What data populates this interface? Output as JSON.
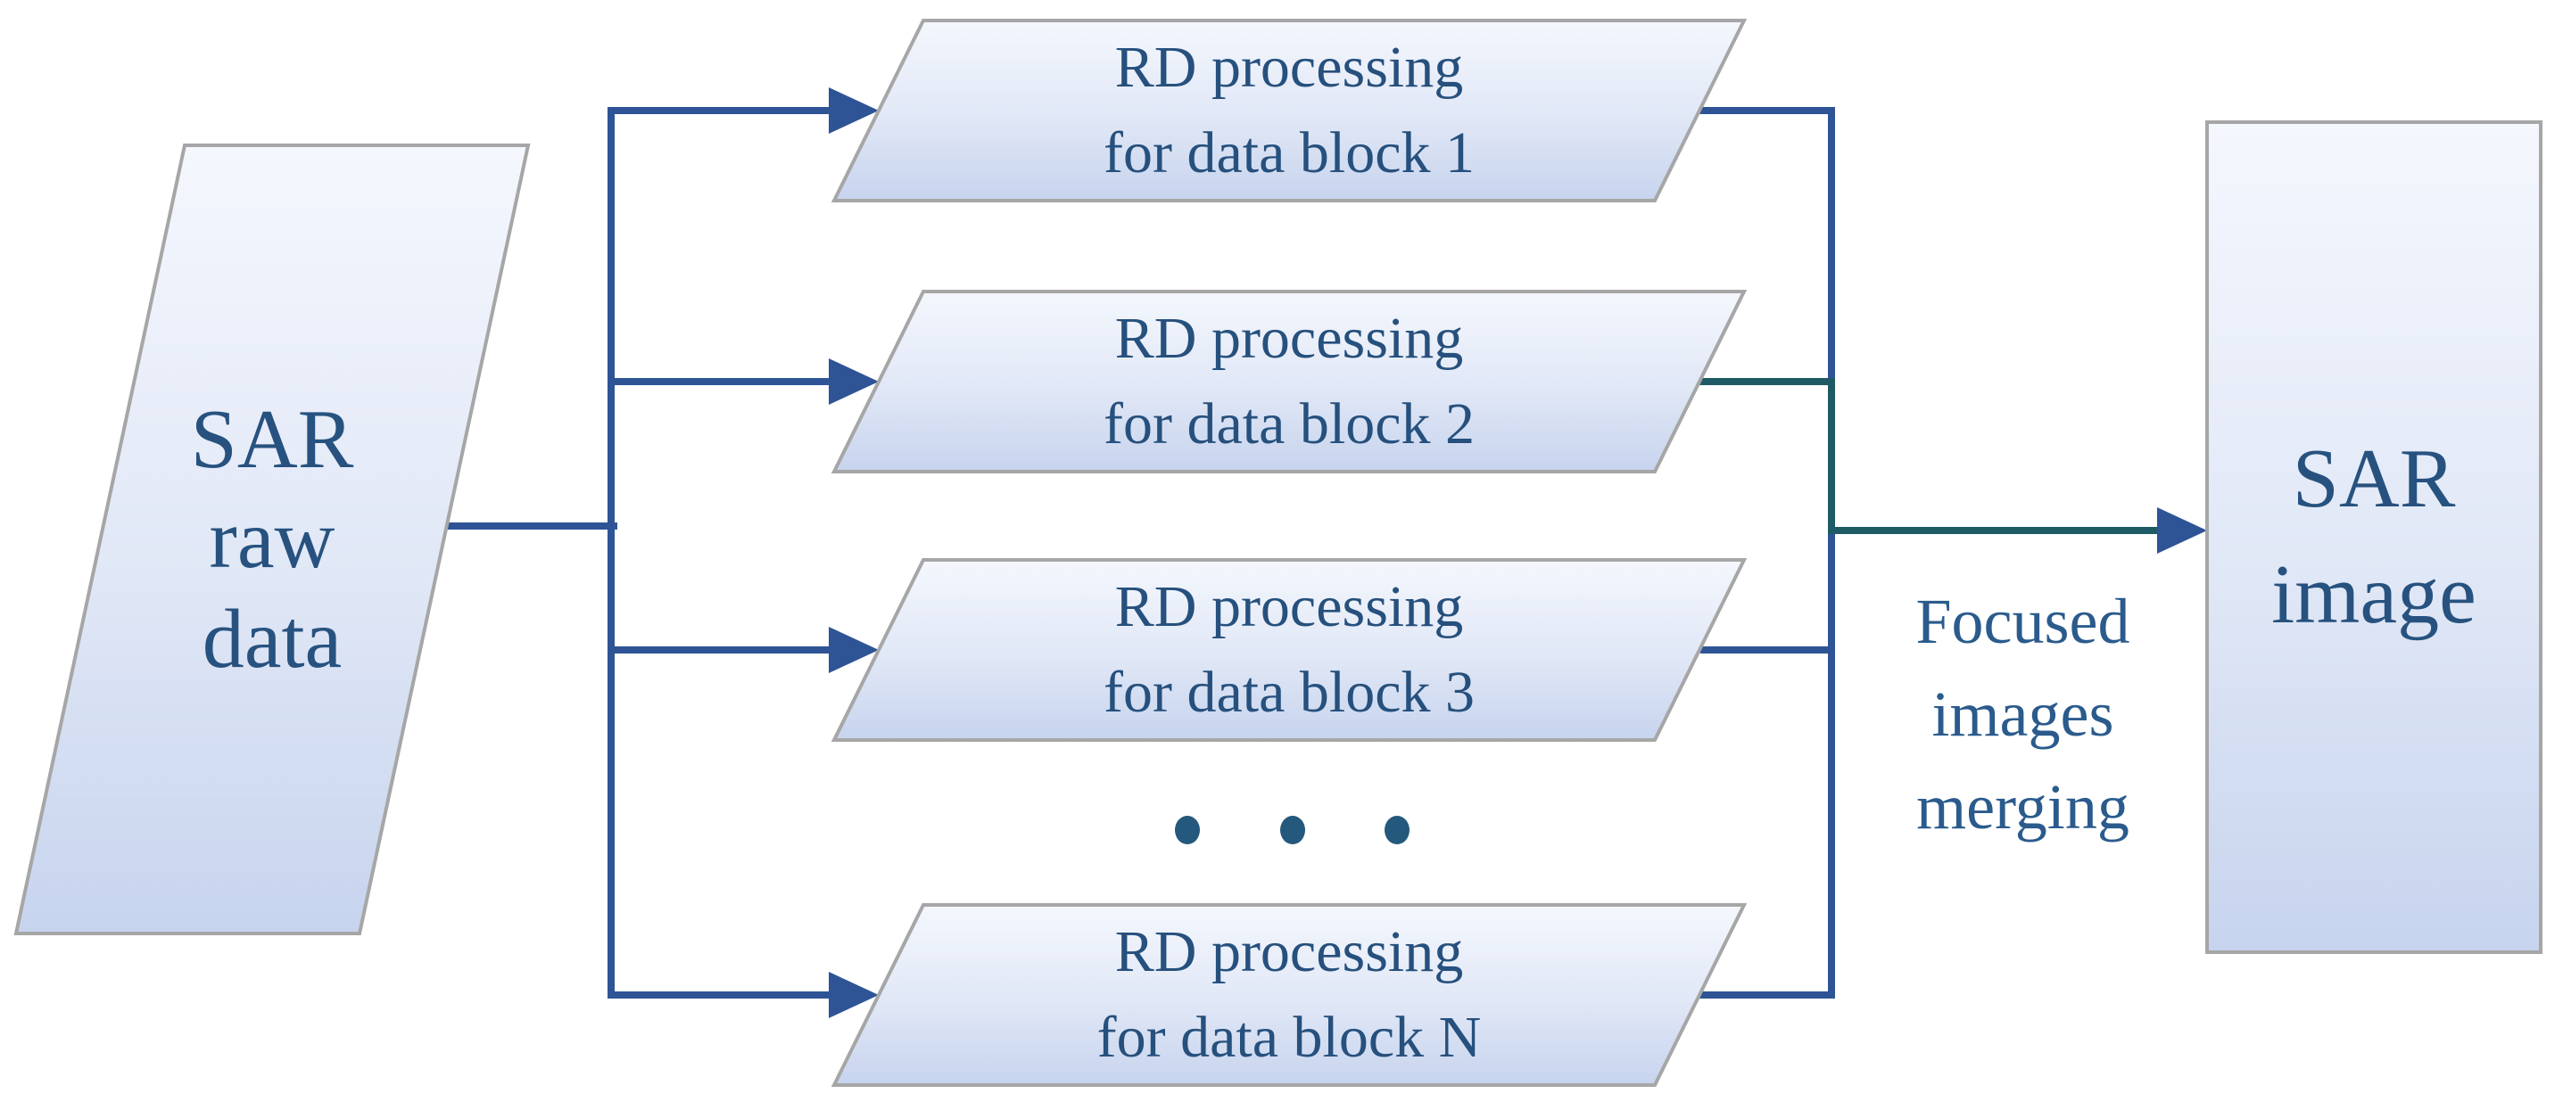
{
  "colors": {
    "connector_blue": "#2e5496",
    "connector_teal": "#1e5b64",
    "shape_border_gray": "#a6a6a6",
    "shape_fill_top": "#f4f7fd",
    "shape_fill_bottom": "#c7d4ee",
    "node_text": "#26507d",
    "io_text": "#27527f",
    "merge_label_text": "#2b5b8d",
    "ellipsis_dots": "#24587c"
  },
  "nodes": {
    "raw": {
      "lines": [
        "SAR",
        "raw",
        "data"
      ]
    },
    "blocks": [
      {
        "line1": "RD processing",
        "line2": "for data block 1"
      },
      {
        "line1": "RD processing",
        "line2": "for data block 2"
      },
      {
        "line1": "RD processing",
        "line2": "for data block 3"
      },
      {
        "line1": "RD processing",
        "line2": "for data block N"
      }
    ],
    "merge_label": {
      "lines": [
        "Focused",
        "images",
        "merging"
      ]
    },
    "image": {
      "lines": [
        "SAR",
        "image"
      ]
    }
  }
}
